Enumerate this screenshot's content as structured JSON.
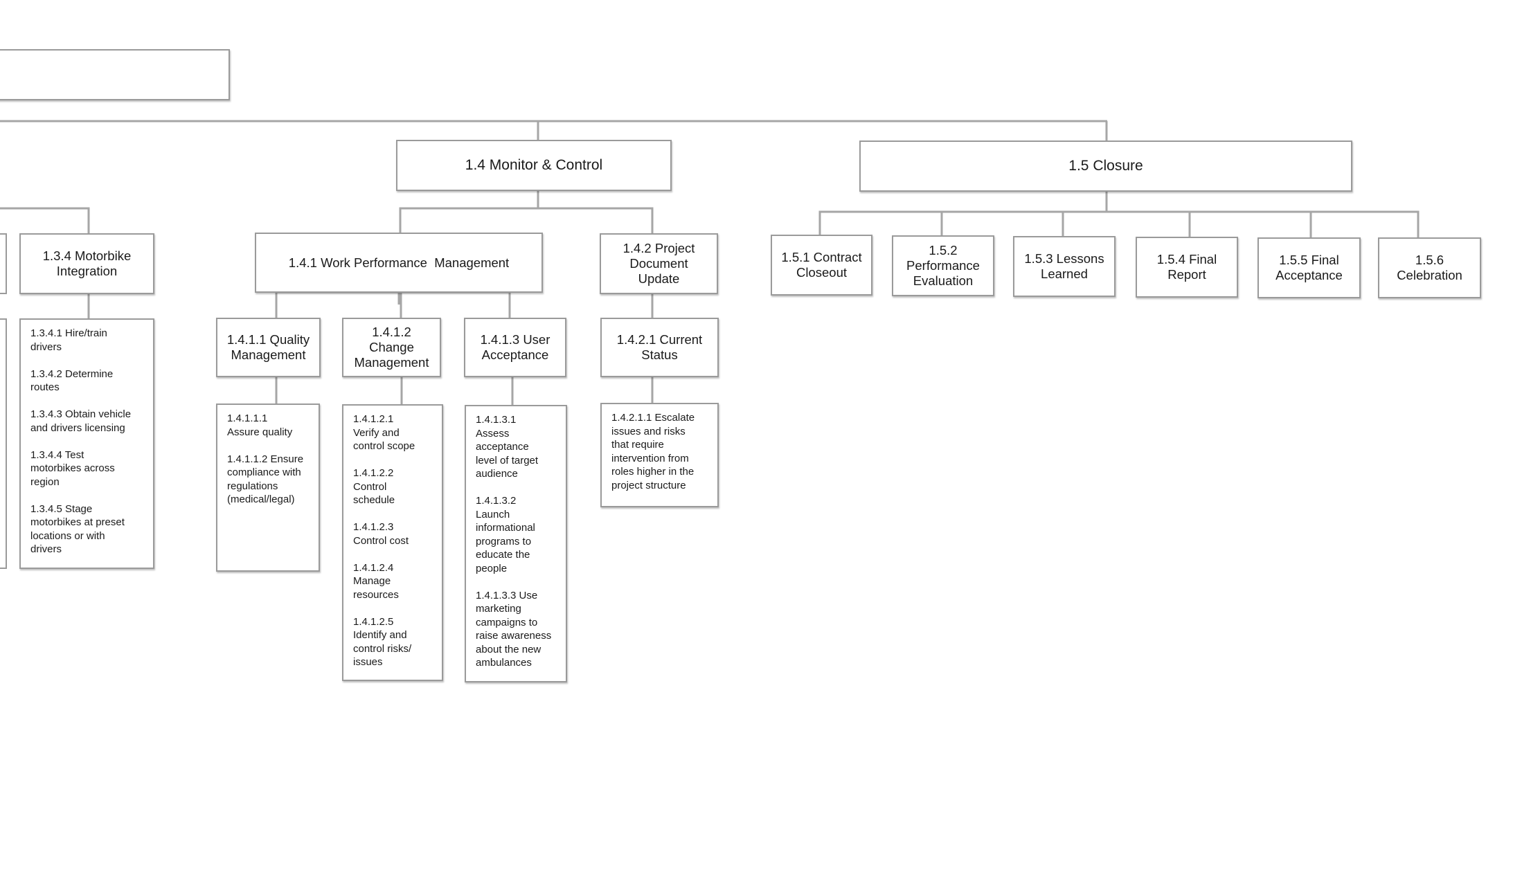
{
  "wbs": {
    "top_box": {
      "label": ""
    },
    "n1_4": {
      "label": "1.4 Monitor & Control"
    },
    "n1_5": {
      "label": "1.5 Closure"
    },
    "n1_3_4": {
      "label": "1.3.4 Motorbike\nIntegration"
    },
    "n1_4_1": {
      "label": "1.4.1 Work Performance  Management"
    },
    "n1_4_2": {
      "label": "1.4.2 Project\nDocument\nUpdate"
    },
    "n1_4_1_1": {
      "label": "1.4.1.1 Quality\nManagement"
    },
    "n1_4_1_2": {
      "label": "1.4.1.2\nChange\nManagement"
    },
    "n1_4_1_3": {
      "label": "1.4.1.3 User\nAcceptance"
    },
    "n1_4_2_1": {
      "label": "1.4.2.1 Current\nStatus"
    },
    "n1_5_children": [
      {
        "label": "1.5.1 Contract\nCloseout"
      },
      {
        "label": "1.5.2\nPerformance\nEvaluation"
      },
      {
        "label": "1.5.3 Lessons\nLearned"
      },
      {
        "label": "1.5.4 Final\nReport"
      },
      {
        "label": "1.5.5 Final\nAcceptance"
      },
      {
        "label": "1.5.6\nCelebration"
      }
    ],
    "d1_3_4": [
      "1.3.4.1 Hire/train\ndrivers",
      "1.3.4.2 Determine\nroutes",
      "1.3.4.3 Obtain vehicle\nand drivers licensing",
      "1.3.4.4 Test\nmotorbikes across\nregion",
      "1.3.4.5 Stage\nmotorbikes at preset\nlocations or with\ndrivers"
    ],
    "d1_4_1_1": [
      "1.4.1.1.1\nAssure quality",
      "1.4.1.1.2 Ensure\ncompliance with\nregulations\n(medical/legal)"
    ],
    "d1_4_1_2": [
      "1.4.1.2.1\nVerify and\ncontrol scope",
      "1.4.1.2.2\nControl\nschedule",
      "1.4.1.2.3\nControl cost",
      "1.4.1.2.4\nManage\nresources",
      "1.4.1.2.5\nIdentify and\ncontrol risks/\nissues"
    ],
    "d1_4_1_3": [
      "1.4.1.3.1\nAssess\nacceptance\nlevel of target\naudience",
      "1.4.1.3.2\nLaunch\ninformational\nprograms to\neducate the\npeople",
      "1.4.1.3.3 Use\nmarketing\ncampaigns to\nraise awareness\nabout the new\nambulances"
    ],
    "d1_4_2_1": [
      "1.4.2.1.1 Escalate\nissues and risks\nthat require\nintervention from\nroles higher in the\nproject structure"
    ]
  },
  "colors": {
    "connector": "#a6a6a6",
    "border": "#9a9a9a",
    "text": "#1a1a1a"
  }
}
